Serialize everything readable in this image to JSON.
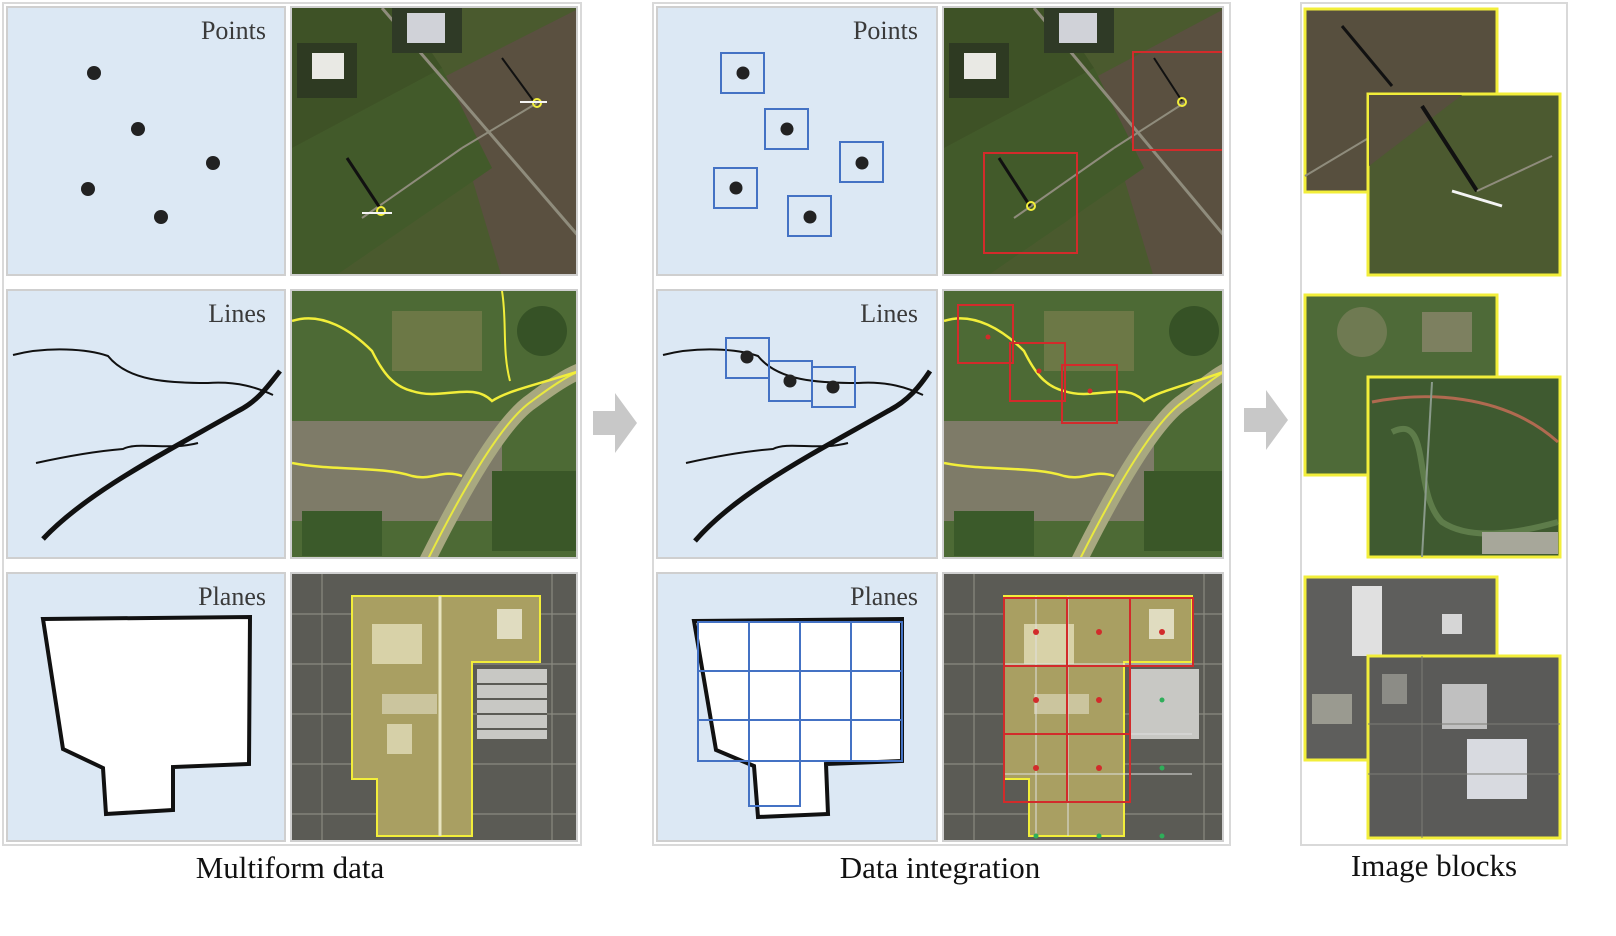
{
  "labels": {
    "points": "Points",
    "lines": "Lines",
    "planes": "Planes"
  },
  "captions": {
    "multiform": "Multiform data",
    "integration": "Data integration",
    "blocks": "Image blocks"
  },
  "colors": {
    "schematic_bg": "#dce8f4",
    "grid_blue": "#4472c4",
    "red_box": "#d22b2b",
    "yellow_outline": "#f2ee3a",
    "arrow_gray": "#c8c8c8"
  }
}
